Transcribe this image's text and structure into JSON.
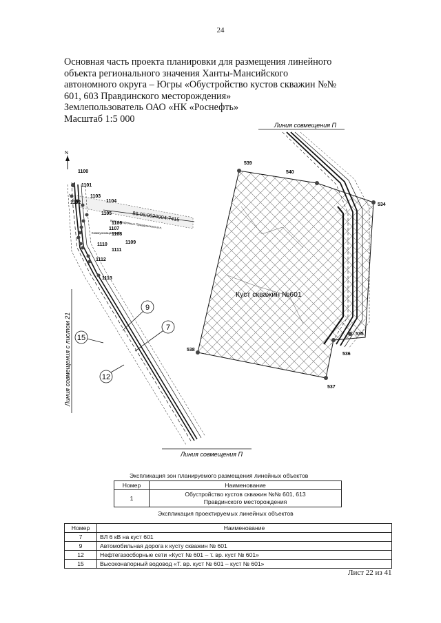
{
  "page_number": "24",
  "title_lines": [
    "Основная часть проекта планировки для размещения линейного",
    "объекта регионального значения  Ханты-Мансийского",
    "автономного округа – Югры  «Обустройство кустов скважин №№",
    "601, 603 Правдинского месторождения»",
    "Землепользователь ОАО «НК «Роснефть»",
    "Масштаб 1:5 000"
  ],
  "map": {
    "north": "N",
    "label_match_top": "Линия совмещения П",
    "label_match_bottom": "Линия совмещения П",
    "label_match_left": "Линия совмещения с листом 21",
    "cluster_label": "Куст скважин №601",
    "cadastral_label": "86:06:0020904:7415",
    "small_text_1": "Куст 1 Нефтяные Правдинского м.н.",
    "small_text_2": "Коммуникационный",
    "points_left": [
      "1100",
      "1101",
      "1102",
      "1103",
      "1104",
      "1105",
      "1106",
      "1107",
      "1108",
      "1109",
      "1110",
      "1111",
      "1112",
      "1113"
    ],
    "points_right": [
      "539",
      "540",
      "534",
      "535",
      "536",
      "537",
      "538"
    ],
    "object_numbers": [
      "9",
      "7",
      "15",
      "12"
    ]
  },
  "table1": {
    "caption": "Экспликация зон планируемого размещения линейных объектов",
    "headers": [
      "Номер",
      "Наименование"
    ],
    "rows": [
      {
        "num": "1",
        "name1": "Обустройство кустов скважин №№ 601, 613",
        "name2": "Правдинского месторождения"
      }
    ]
  },
  "table2": {
    "caption": "Экспликация проектируемых линейных объектов",
    "headers": [
      "Номер",
      "Наименование"
    ],
    "rows": [
      {
        "num": "7",
        "name": "ВЛ 6 кВ на куст 601"
      },
      {
        "num": "9",
        "name": "Автомобильная дорога к кусту скважин № 601"
      },
      {
        "num": "12",
        "name": "Нефтегазосборные сети «Куст № 601 – т. вр. куст № 601»"
      },
      {
        "num": "15",
        "name": "Высоконапорный водовод «Т. вр. куст № 601 – куст № 601»"
      }
    ]
  },
  "footer": "Лист 22 из 41"
}
